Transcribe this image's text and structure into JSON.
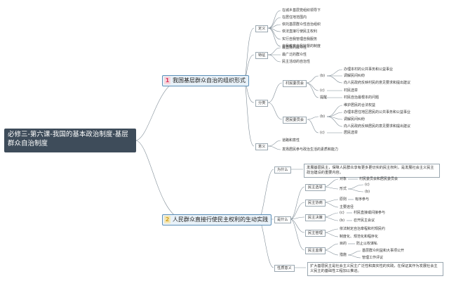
{
  "root": {
    "title": "必修三-第六课-我国的基本政治制度-基层群众自治制度"
  },
  "branch1": {
    "badge": "1",
    "label": "我国基层群众自治的组织形式",
    "define": {
      "label": "定义",
      "items": [
        "在城乡基层党组织领导下",
        "在居住地范围内",
        "依托基层群众性自治组织",
        "依法直接行使民主权利",
        "实行自我管理自我服务",
        "自我教育自我监督的制度"
      ]
    },
    "feature": {
      "label": "特征",
      "items": [
        "最直接的群众性",
        "最广泛的群众性",
        "民主活动的自治性"
      ]
    },
    "classify": {
      "label": "分类",
      "village": {
        "label": "村民委员会",
        "a": "(b)",
        "a_items": [
          "办理本村的公共事务和公益事业",
          "调解民间纠纷",
          "向人民政府反映村民的意见要求和提出建议"
        ],
        "b": "(c)",
        "b_items": [
          "村民选举"
        ],
        "c": "提醒",
        "c_items": [
          "村民自治最根本的问题"
        ]
      },
      "resident": {
        "label": "居民委员会",
        "a": "(b)",
        "a_items": [
          "维护居民的合法权益",
          "办理本居住地区居民的公共事务和公益事业",
          "调解民间纠纷",
          "向人民政府反映居民的意见要求和提出建议"
        ],
        "b": "(c)",
        "b_items": [
          "居民选举"
        ]
      }
    },
    "meaning": {
      "label": "意义",
      "items": [
        "道路和意性",
        "发扬居民参与政治生活的素质和能力"
      ]
    }
  },
  "branch2": {
    "badge": "2",
    "label": "人民群众直接行使民主权利的生动实践",
    "why": {
      "label": "为什么",
      "text": "发展基层民主，保障人民群众享有更多更切实的民主权利，是发展社会主义民主政治建设的重要内容。"
    },
    "what": {
      "label": "是什么",
      "election": {
        "label": "民主选举",
        "k1": "对象",
        "v1": "村民委员会和居民委员会",
        "k2": "形式",
        "v2": [
          "(c)",
          "(b)"
        ]
      },
      "consult": {
        "label": "民主协商",
        "k1": "原则",
        "v1": "有序参与",
        "k2": "主要途径"
      },
      "decide": {
        "label": "民主决策",
        "k1": "(c)",
        "v1": "村民直接或间接参与",
        "k2": "(b)",
        "v2": "召开民主会议"
      },
      "manage": {
        "label": "民主管理",
        "items": [
          "依法制定自治章程和村规民约",
          "制度化、规范化和程序化"
        ]
      },
      "supervise": {
        "label": "民主监督",
        "k1": "目的",
        "v1": "防止以权谋私",
        "k2": "措施",
        "v2": [
          "基层群众利益和大事项公开",
          "管理工作评议"
        ]
      }
    },
    "value": {
      "label": "性质意义",
      "text": "扩大基层民主是社会主义民主广泛性和真实性的实践，在保证其作为发展社会主义民主的基础性工程加以推进。"
    }
  }
}
